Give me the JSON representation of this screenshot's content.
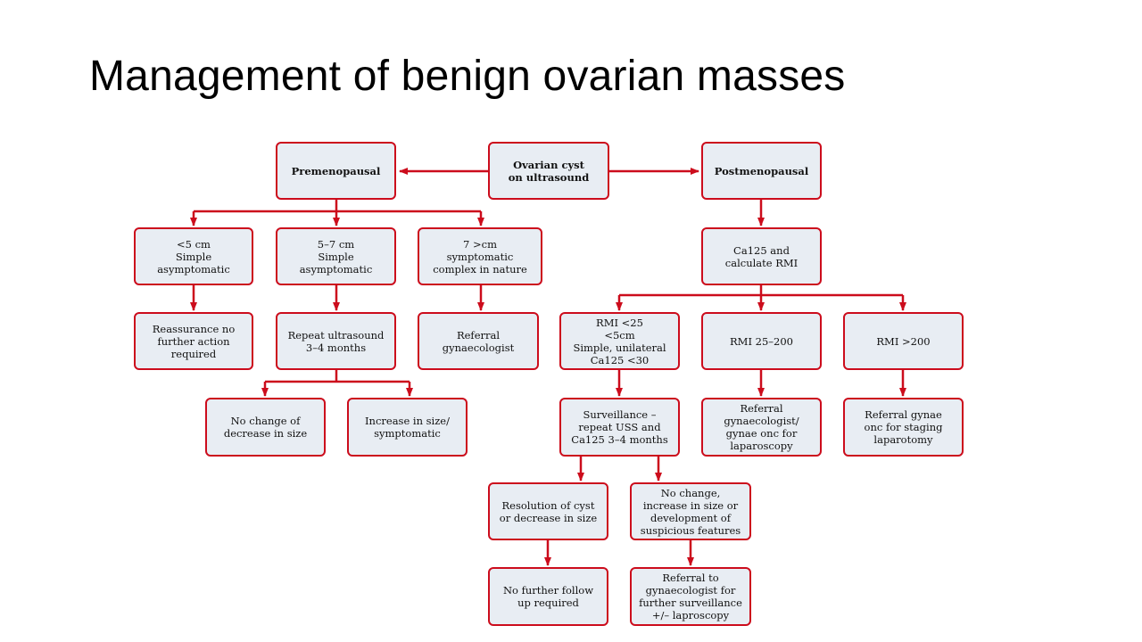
{
  "title": "Management of benign ovarian masses",
  "colors": {
    "accent": "#cc0c1c",
    "box_fill": "#e8edf3"
  },
  "nodes": {
    "root": "Ovarian cyst\non ultrasound",
    "premenopausal": "Premenopausal",
    "postmenopausal": "Postmenopausal",
    "lt5": "<5 cm\nSimple\nasymptomatic",
    "size5_7": "5–7 cm\nSimple\nasymptomatic",
    "gt7": "7 >cm\nsymptomatic\ncomplex in nature",
    "reassurance": "Reassurance no\nfurther action\nrequired",
    "repeat_us": "Repeat ultrasound\n3–4 months",
    "referral_gyn": "Referral\ngynaecologist",
    "no_change": "No change of\ndecrease in size",
    "increase": "Increase in size/\nsymptomatic",
    "ca125": "Ca125 and\ncalculate RMI",
    "rmi_lt25": "RMI <25\n<5cm\nSimple, unilateral\nCa125 <30",
    "rmi_25_200": "RMI 25–200",
    "rmi_gt200": "RMI >200",
    "surveillance": "Surveillance –\nrepeat USS and\nCa125 3–4 months",
    "referral_lap": "Referral\ngynaecologist/\ngynae onc for\nlaparoscopy",
    "referral_staging": "Referral gynae\nonc for staging\nlaparotomy",
    "resolution": "Resolution of cyst\nor decrease in size",
    "no_change_post": "No change,\nincrease in size or\ndevelopment of\nsuspicious features",
    "no_follow": "No further follow\nup required",
    "referral_surv": "Referral to\ngynaecologist for\nfurther surveillance\n+/– laproscopy"
  }
}
